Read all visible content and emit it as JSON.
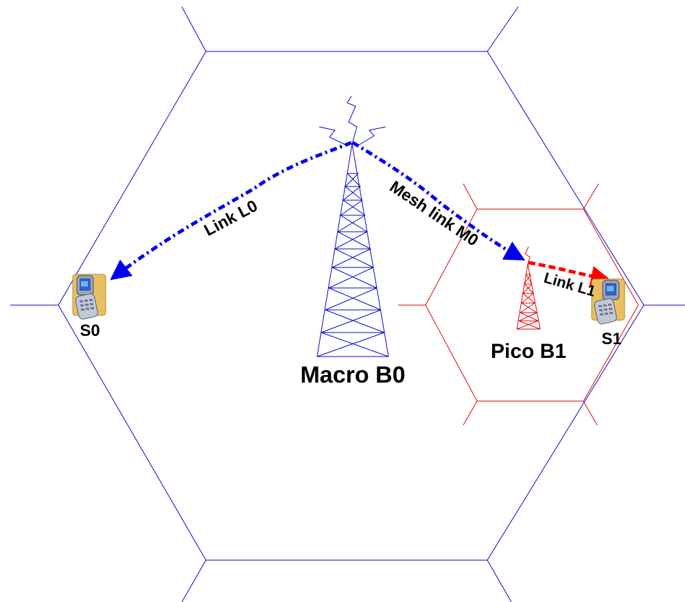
{
  "labels": {
    "macro": "Macro B0",
    "pico": "Pico B1",
    "s0": "S0",
    "s1": "S1",
    "link_l0": "Link L0",
    "mesh_link_m0": "Mesh link M0",
    "link_l1": "Link L1"
  },
  "colors": {
    "macro_cell": "#0000cc",
    "pico_cell": "#dd0000",
    "macro_link": "#0000ee",
    "pico_link": "#ff0000",
    "label": "#000000"
  },
  "icons": {
    "macro_tower": "antenna-tower-icon",
    "pico_tower": "antenna-tower-icon",
    "phone": "mobile-phone-icon"
  }
}
